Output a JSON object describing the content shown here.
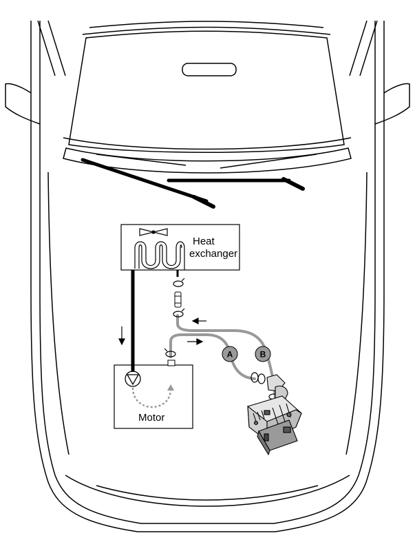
{
  "labels": {
    "heat_exchanger_line1": "Heat",
    "heat_exchanger_line2": "exchanger",
    "motor": "Motor",
    "hose_a": "A",
    "hose_b": "B"
  },
  "icons": {
    "fan": "fan-icon",
    "pump": "pump-icon",
    "heater": "heater-unit-icon",
    "clamp": "hose-clamp-icon",
    "arrow": "flow-arrow-icon"
  },
  "colors": {
    "outline": "#000000",
    "hose": "#999999",
    "badge_fill": "#9a9a9a"
  }
}
